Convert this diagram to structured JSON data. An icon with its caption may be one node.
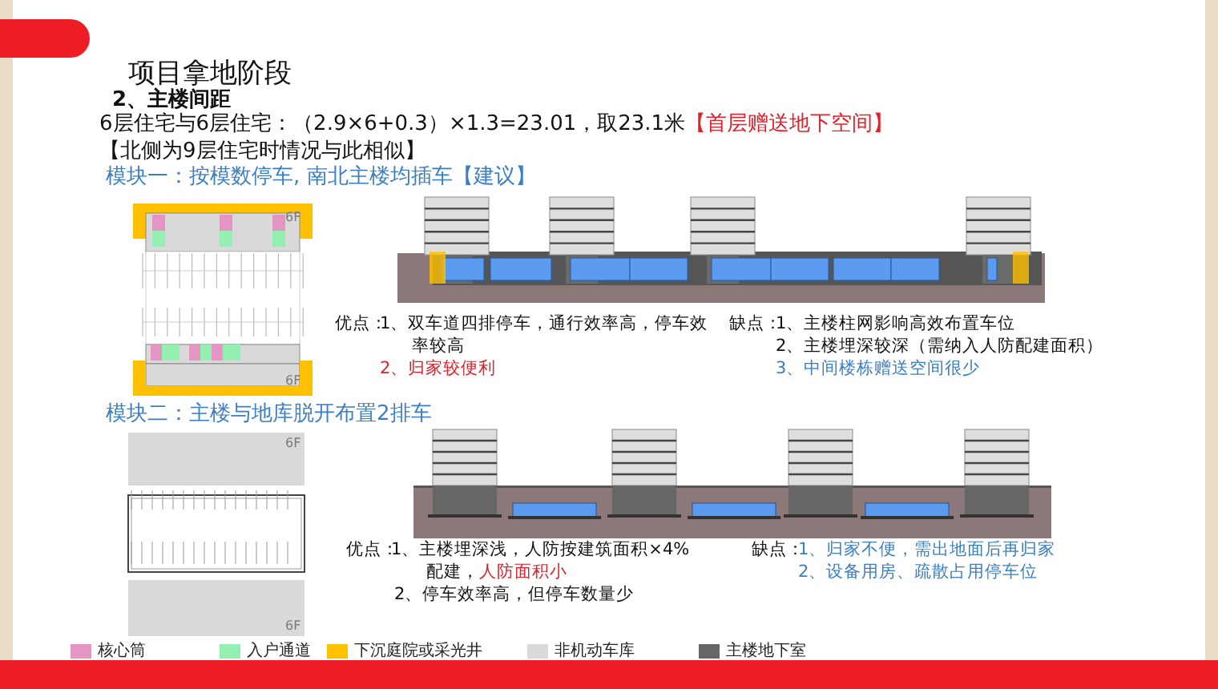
{
  "diagram": {
    "title": "项目拿地阶段",
    "labels": [
      "2、主楼间距",
      "6层住宅与6层住宅：（2.9×6+0.3）×1.3=23.01，取23.1米",
      "【首层赠送地下空间】",
      "【北侧为9层住宅时情况与此相似】",
      "模块一：按模数停车, 南北主楼均插车【建议】",
      "6F",
      "6F",
      "优点：",
      "1、双车道四排停车，通行效率高，停车效率较高",
      "2、归家较便利",
      "缺点：",
      "1、主楼柱网影响高效布置车位",
      "2、主楼埋深较深（需纳入人防配建面积）",
      "3、中间楼栋赠送空间很少",
      "模块二：主楼与地库脱开布置2排车",
      "6F",
      "6F",
      "优点：",
      "1、主楼埋深浅，人防按建筑面积×4%",
      "配建，",
      "人防面积小",
      "2、停车效率高，但停车数量少",
      "缺点：",
      "1、归家不便，需出地面后再归家",
      "2、设备用房、疏散占用停车位"
    ],
    "legend": [
      {
        "text": "核心筒",
        "color": "#e495c4"
      },
      {
        "text": "入户通道",
        "color": "#93f0b0"
      },
      {
        "text": "下沉庭院或采光井",
        "color": "#ffc000"
      },
      {
        "text": "非机动车库",
        "color": "#d9d9d9"
      },
      {
        "text": "主楼地下室",
        "color": "#666666"
      }
    ]
  }
}
